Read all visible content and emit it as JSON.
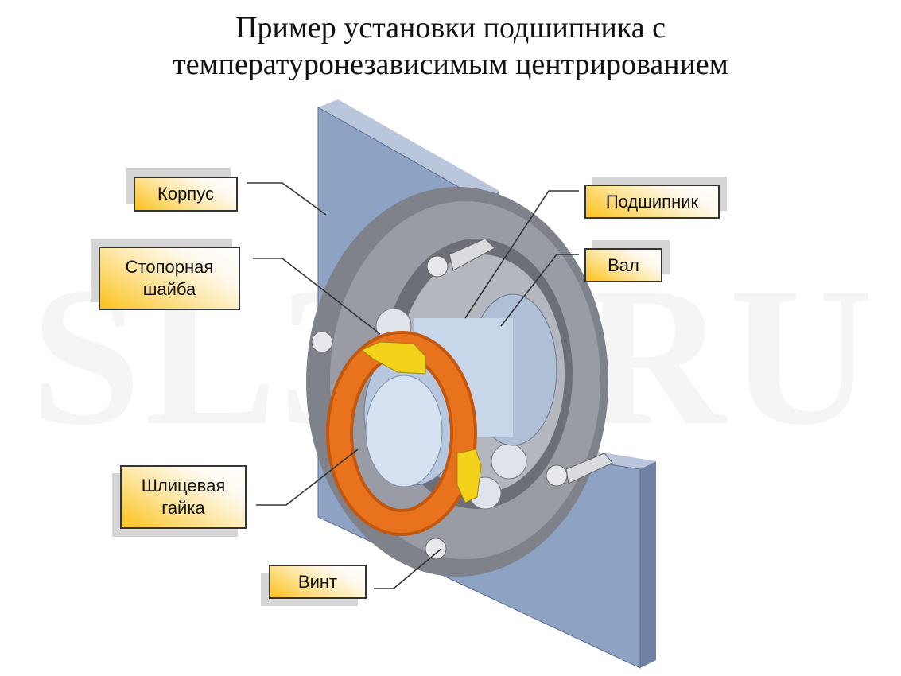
{
  "title": {
    "line1": "Пример установки подшипника с",
    "line2": "температуронезависимым центрированием"
  },
  "watermark": "SL3D.RU",
  "labels": {
    "korpus": "Корпус",
    "stopornaya_line1": "Стопорная",
    "stopornaya_line2": "шайба",
    "podshipnik": "Подшипник",
    "val": "Вал",
    "gaika_line1": "Шлицевая",
    "gaika_line2": "гайка",
    "vint": "Винт"
  },
  "colors": {
    "label_accent": "#fcc21b",
    "plate": "#8ea2c4",
    "housing": "#8b8d96",
    "shaft": "#c8d6ea",
    "nut": "#e8731c",
    "lock_washer": "#f2d21a"
  }
}
